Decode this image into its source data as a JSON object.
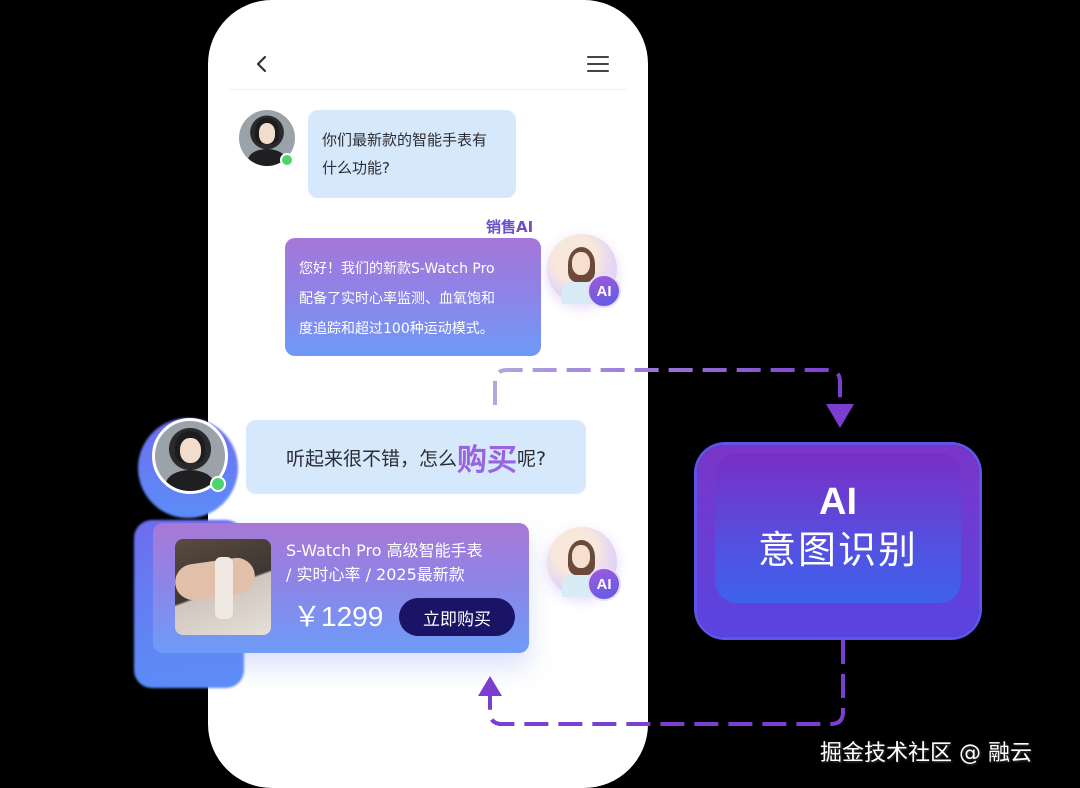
{
  "header": {
    "back_icon": "chevron-left-icon",
    "menu_icon": "hamburger-menu-icon"
  },
  "messages": [
    {
      "sender": "user",
      "text_lines": [
        "你们最新款的智能手表有",
        "什么功能?"
      ]
    },
    {
      "sender": "ai",
      "sender_label": "销售AI",
      "text_lines": [
        "您好！我们的新款S-Watch Pro",
        "配备了实时心率监测、血氧饱和",
        "度追踪和超过100种运动模式。"
      ]
    },
    {
      "sender": "user",
      "text_before": "听起来很不错，怎么",
      "highlight": "购买",
      "text_after": "呢?"
    }
  ],
  "ai_badge": "AI",
  "product_card": {
    "title_line1": "S-Watch Pro 高级智能手表",
    "title_line2": "/ 实时心率 / 2025最新款",
    "price": "￥1299",
    "buy_label": "立即购买"
  },
  "intent_box": {
    "title": "AI",
    "label": "意图识别"
  },
  "watermark": "掘金技术社区 @ 融云",
  "colors": {
    "user_bubble": "#d6e8fb",
    "ai_bubble_top": "#a577d8",
    "ai_bubble_bottom": "#6f9af6",
    "buy_button": "#1a1466",
    "connector": "#7b3fd0",
    "online": "#4fd36d"
  }
}
